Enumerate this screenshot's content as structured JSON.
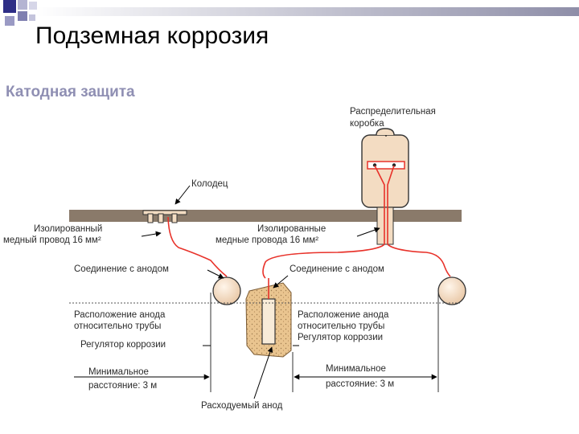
{
  "slide": {
    "title": "Подземная коррозия",
    "subtitle": "Катодная защита"
  },
  "diagram": {
    "labels": {
      "junction_box_1": "Распределительная",
      "junction_box_2": "коробка",
      "well": "Колодец",
      "wire_left_1": "Изолированный",
      "wire_left_2": "медный провод 16 мм²",
      "wire_right_1": "Изолированные",
      "wire_right_2": "медные провода 16 мм²",
      "anode_conn_left": "Соединение с анодом",
      "anode_conn_right": "Соединение с анодом",
      "anode_pos_left_1": "Расположение анода",
      "anode_pos_left_2": "относительно трубы",
      "anode_pos_right_1": "Расположение анода",
      "anode_pos_right_2": "относительно трубы",
      "regulator_left": "Регулятор коррозии",
      "regulator_right": "Регулятор коррозии",
      "min_dist_left_1": "Минимальное",
      "min_dist_left_2": "расстояние: 3 м",
      "min_dist_right_1": "Минимальное",
      "min_dist_right_2": "расстояние: 3 м",
      "sacrificial_anode": "Расходуемый анод"
    },
    "colors": {
      "soil": "#8a7a6a",
      "wire": "#e8322a",
      "box_fill": "#f3dcc2",
      "anode_backfill": "#e9c48f",
      "pipe": "#f2dcc4"
    }
  }
}
